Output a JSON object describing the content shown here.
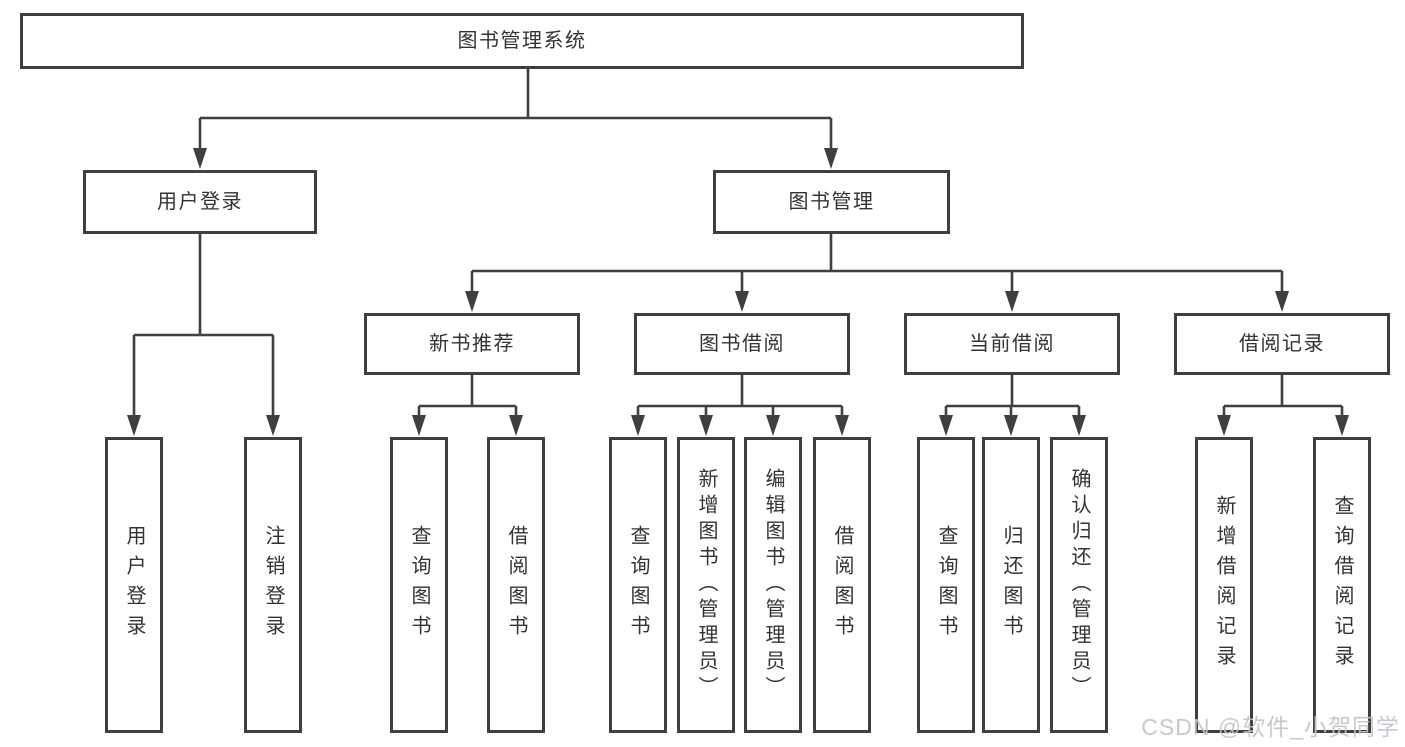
{
  "diagram_title": "图书管理系统",
  "tree": {
    "root": {
      "label": "图书管理系统"
    },
    "branches": [
      {
        "label": "用户登录",
        "children": [
          {
            "label": "用户登录"
          },
          {
            "label": "注销登录"
          }
        ]
      },
      {
        "label": "图书管理",
        "children": [
          {
            "label": "新书推荐",
            "children": [
              {
                "label": "查询图书"
              },
              {
                "label": "借阅图书"
              }
            ]
          },
          {
            "label": "图书借阅",
            "children": [
              {
                "label": "查询图书"
              },
              {
                "label": "新增图书（管理员）"
              },
              {
                "label": "编辑图书（管理员）"
              },
              {
                "label": "借阅图书"
              }
            ]
          },
          {
            "label": "当前借阅",
            "children": [
              {
                "label": "查询图书"
              },
              {
                "label": "归还图书"
              },
              {
                "label": "确认归还（管理员）"
              }
            ]
          },
          {
            "label": "借阅记录",
            "children": [
              {
                "label": "新增借阅记录"
              },
              {
                "label": "查询借阅记录"
              }
            ]
          }
        ]
      }
    ]
  },
  "watermark": {
    "text": "CSDN @软件_小贺同学"
  },
  "colors": {
    "line": "#3f3f3f",
    "text": "#333333",
    "box_background": "#ffffff",
    "page_background": "#ffffff",
    "watermark": "#c2c5c9"
  }
}
